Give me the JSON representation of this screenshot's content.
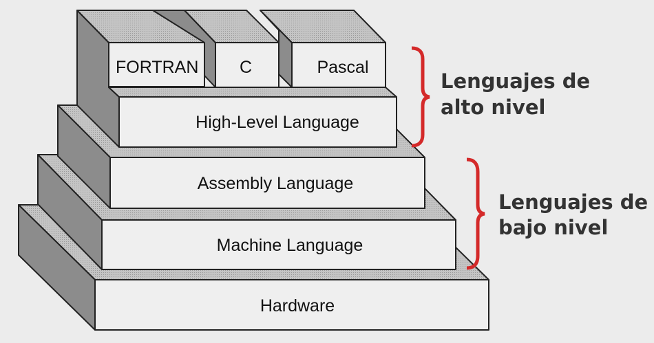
{
  "colors": {
    "background": "#ececec",
    "front_face": "#efefef",
    "top_face": "#bdbdbd",
    "side_face": "#8c8c8c",
    "brace": "#d42a2a",
    "annotation_text": "#333333"
  },
  "layers": {
    "languages": [
      "FORTRAN",
      "C",
      "Pascal"
    ],
    "high_level": "High-Level Language",
    "assembly": "Assembly Language",
    "machine": "Machine Language",
    "hardware": "Hardware"
  },
  "annotations": {
    "high": {
      "line1": "Lenguajes de",
      "line2": "alto nivel"
    },
    "low": {
      "line1": "Lenguajes de",
      "line2": "bajo nivel"
    }
  }
}
